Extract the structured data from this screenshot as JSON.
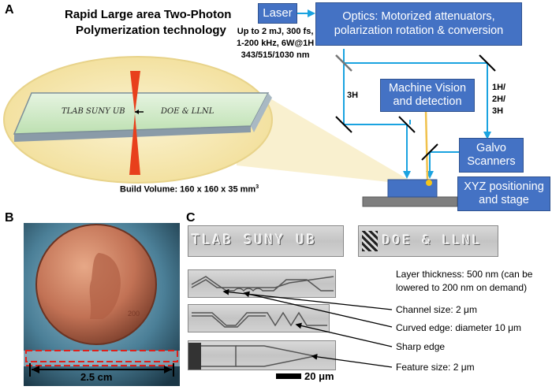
{
  "panel_a": {
    "letter": "A",
    "title_line1": "Rapid Large area Two-Photon",
    "title_line2": "Polymerization technology",
    "laser_specs": [
      "Up to 2 mJ, 300 fs,",
      "1-200 kHz, 6W@1H",
      "343/515/1030 nm"
    ],
    "boxes": {
      "laser": "Laser",
      "optics_line1": "Optics: Motorized attenuators,",
      "optics_line2": "polarization rotation & conversion",
      "machine_vision_line1": "Machine Vision",
      "machine_vision_line2": "and detection",
      "galvo_line1": "Galvo",
      "galvo_line2": "Scanners",
      "xyz_line1": "XYZ positioning",
      "xyz_line2": "and stage"
    },
    "beam_labels": {
      "third_harmonic": "3H",
      "harmonics_1": "1H/",
      "harmonics_2": "2H/",
      "harmonics_3": "3H"
    },
    "sample_text_left": "TLAB SUNY UB",
    "sample_text_right": "DOE & LLNL",
    "build_volume_prefix": "Build Volume: 160 x 160 x 35 mm",
    "build_volume_sup": "3"
  },
  "panel_b": {
    "letter": "B",
    "coin_text": "200",
    "scale_label": "2.5 cm"
  },
  "panel_c": {
    "letter": "C",
    "micro_text_left": "TLAB SUNY UB",
    "micro_text_right": "DOE & LLNL",
    "annotations": {
      "layer_line1": "Layer thickness: 500 nm (can be",
      "layer_line2": "lowered to 200 nm on demand)",
      "channel": "Channel size: 2 μm",
      "curved": "Curved edge: diameter 10 μm",
      "sharp": "Sharp edge",
      "feature": "Feature size: 2 μm"
    },
    "scale_bar": "20 μm"
  },
  "colors": {
    "box_blue": "#4472c4",
    "beam_blue": "#1aa3e0",
    "beam_red": "#e8401c",
    "zoom_yellow": "#f7e9b5"
  }
}
